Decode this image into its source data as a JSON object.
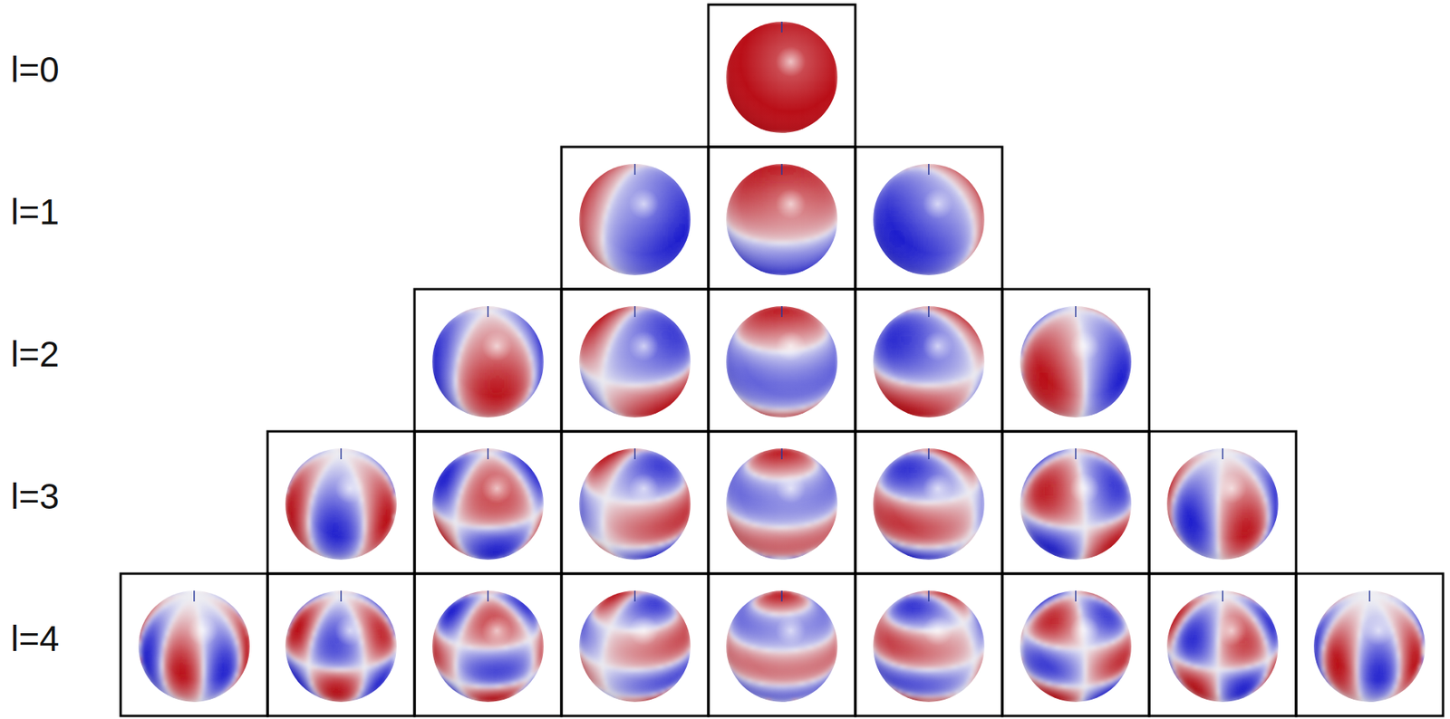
{
  "diagram": {
    "labels": [
      "l=0",
      "l=1",
      "l=2",
      "l=3",
      "l=4"
    ]
  }
}
